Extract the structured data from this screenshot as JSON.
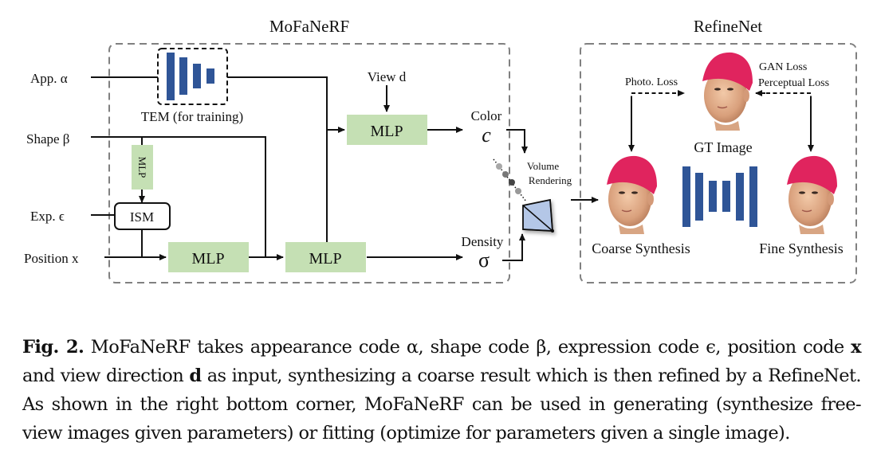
{
  "figure": {
    "mofanerf_title": "MoFaNeRF",
    "refinenet_title": "RefineNet",
    "inputs": {
      "app": "App. α",
      "shape": "Shape β",
      "exp": "Exp. ϵ",
      "position": "Position x",
      "view": "View d"
    },
    "tem_label": "TEM (for training)",
    "mlp_label": "MLP",
    "ism_label": "ISM",
    "color_label": "Color",
    "color_symbol": "c",
    "density_label": "Density",
    "density_symbol": "σ",
    "volume_rendering_line1": "Volume",
    "volume_rendering_line2": "Rendering",
    "photo_loss": "Photo. Loss",
    "gan_loss": "GAN Loss",
    "perceptual_loss": "Perceptual Loss",
    "gt_image": "GT Image",
    "coarse_synthesis": "Coarse Synthesis",
    "fine_synthesis": "Fine Synthesis",
    "colors": {
      "mlp_fill": "#c5e0b4",
      "network_blue": "#2f5597",
      "cap_red": "#e0245e",
      "frustum_fill": "#b4c7e7",
      "dashed_box": "#808080"
    }
  },
  "caption": {
    "label": "Fig. 2.",
    "p1": " MoFaNeRF takes appearance code α, shape code β, expression code ϵ, position code ",
    "x": "x",
    "p2": " and view direction ",
    "d": "d",
    "p3": " as input, synthesizing a coarse result which is then refined by a RefineNet. As shown in the right bottom corner, MoFaNeRF can be used in generating (synthesize free-view images given parameters) or fitting (optimize for parameters given a single image)."
  }
}
